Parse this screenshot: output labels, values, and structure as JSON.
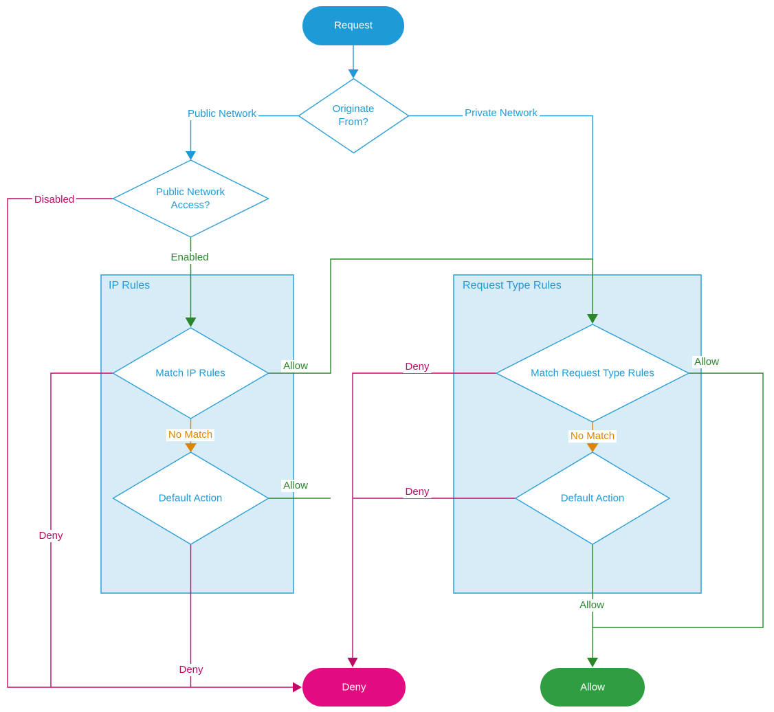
{
  "colors": {
    "node_blue": "#1E9BD7",
    "diamond_border_blue": "#2C9FD9",
    "container_fill": "#D7ECF7",
    "container_border": "#2C9FD9",
    "line_green": "#2B852B",
    "allow_pill_green": "#2E9E41",
    "line_magenta": "#C00866",
    "deny_pill_magenta": "#E20C80",
    "line_orange": "#DD8500",
    "diamond_fill": "#FFFFFF"
  },
  "nodes": {
    "request": {
      "label": "Request"
    },
    "originate_from": {
      "label": "Originate From?"
    },
    "public_network_access": {
      "label": "Public Network Access?"
    },
    "match_ip_rules": {
      "label": "Match IP Rules"
    },
    "default_action_ip": {
      "label": "Default Action"
    },
    "match_request_type_rules": {
      "label": "Match Request Type Rules"
    },
    "default_action_request": {
      "label": "Default Action"
    },
    "deny": {
      "label": "Deny"
    },
    "allow": {
      "label": "Allow"
    }
  },
  "containers": {
    "ip_rules": {
      "label": "IP Rules"
    },
    "request_type_rules": {
      "label": "Request Type Rules"
    }
  },
  "edge_labels": {
    "public_network": "Public Network",
    "private_network": "Private Network",
    "disabled": "Disabled",
    "enabled": "Enabled",
    "allow_match_ip": "Allow",
    "no_match_ip": "No Match",
    "allow_default_ip": "Allow",
    "deny_match_ip": "Deny",
    "deny_default_ip": "Deny",
    "deny_match_request": "Deny",
    "deny_default_request": "Deny",
    "allow_match_request": "Allow",
    "no_match_request": "No Match",
    "allow_final": "Allow"
  }
}
